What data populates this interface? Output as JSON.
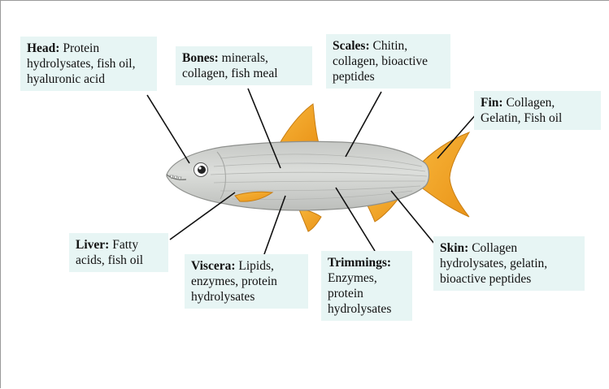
{
  "colors": {
    "label_background": "#e7f5f4",
    "fish_body": "#d4d6d3",
    "fins": "#f2a628",
    "leader_line": "#111111"
  },
  "labels": {
    "head": {
      "title": "Head:",
      "text": "Protein hydrolysates, fish oil, hyaluronic acid"
    },
    "bones": {
      "title": "Bones:",
      "text": "minerals, collagen, fish meal"
    },
    "scales": {
      "title": "Scales:",
      "text": "Chitin, collagen, bioactive peptides"
    },
    "fin": {
      "title": "Fin:",
      "text": "Collagen, Gelatin, Fish oil"
    },
    "liver": {
      "title": "Liver:",
      "text": "Fatty acids, fish oil"
    },
    "viscera": {
      "title": "Viscera:",
      "text": "Lipids, enzymes, protein hydrolysates"
    },
    "trimmings": {
      "title": "Trimmings:",
      "text": "Enzymes, protein hydrolysates"
    },
    "skin": {
      "title": "Skin:",
      "text": "Collagen hydrolysates, gelatin, bioactive peptides"
    }
  }
}
